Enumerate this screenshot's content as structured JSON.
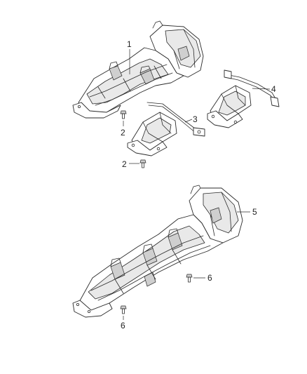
{
  "callouts": {
    "c1": "1",
    "c2a": "2",
    "c2b": "2",
    "c3": "3",
    "c4": "4",
    "c5": "5",
    "c6a": "6",
    "c6b": "6"
  },
  "colors": {
    "background": "#ffffff",
    "linework": "#2a2a2a",
    "shading": "#e9e9e9"
  }
}
